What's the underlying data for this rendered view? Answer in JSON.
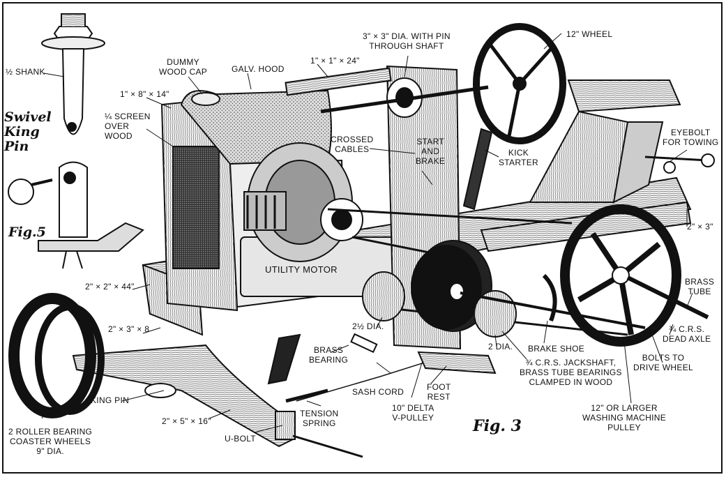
{
  "figure_labels": {
    "fig5": "Fig.5",
    "fig3": "Fig. 3",
    "swivel_king_pin": "Swivel\nKing\nPin"
  },
  "labels": {
    "half_shank": "½ SHANK",
    "screen_over_wood": "¼ SCREEN\nOVER\nWOOD",
    "one_by_eight": "1\" × 8\" × 14\"",
    "dummy_wood_cap": "DUMMY\nWOOD CAP",
    "galv_hood": "GALV. HOOD",
    "one_by_one": "1\" × 1\" × 24\"",
    "three_dia_pin": "3\" × 3\" DIA. WITH PIN\nTHROUGH SHAFT",
    "twelve_wheel": "12\" WHEEL",
    "crossed_cables": "CROSSED\nCABLES",
    "start_and_brake": "START\nAND\nBRAKE",
    "kick_starter": "KICK\nSTARTER",
    "eyebolt": "EYEBOLT\nFOR TOWING",
    "two_by_three": "2\" × 3\"",
    "two_by_two_44": "2\" × 2\" × 44\"",
    "two_by_three_8": "2\" × 3\" × 8",
    "utility_motor": "UTILITY MOTOR",
    "two_half_dia": "2½ DIA.",
    "brass_bearing": "BRASS\nBEARING",
    "two_dia": "2 DIA.",
    "brake_shoe": "BRAKE SHOE",
    "brass_tube": "BRASS\nTUBE",
    "dead_axle": "¾ C.R.S.\nDEAD AXLE",
    "bolts_drive": "BOLTS TO\nDRIVE WHEEL",
    "jackshaft": "¾ C.R.S. JACKSHAFT,\nBRASS TUBE BEARINGS\nCLAMPED IN WOOD",
    "king_pin": "KING PIN",
    "sash_cord": "SASH CORD",
    "foot_rest": "FOOT\nREST",
    "delta_pulley": "10\" DELTA\nV-PULLEY",
    "washing_pulley": "12\" OR LARGER\nWASHING MACHINE\nPULLEY",
    "tension_spring": "TENSION\nSPRING",
    "two_by_five": "2\" × 5\" × 16\"",
    "u_bolt": "U-BOLT",
    "coaster_wheels": "2 ROLLER BEARING\nCOASTER WHEELS\n9\" DIA."
  },
  "colors": {
    "ink": "#111111",
    "wood": "#f2f2f2",
    "shade": "#7a7a7a",
    "dark": "#222222"
  }
}
